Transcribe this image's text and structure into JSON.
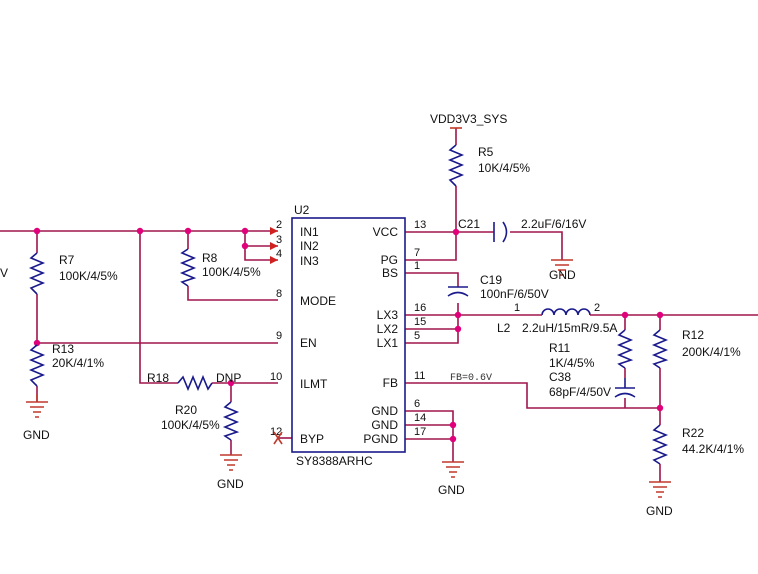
{
  "net_labels": {
    "vdd": "VDD3V3_SYS",
    "fb_note": "FB=0.6V",
    "v_left": "V"
  },
  "gnd_label": "GND",
  "ic": {
    "ref": "U2",
    "part": "SY8388ARHC",
    "pins": [
      {
        "num": "2",
        "name": "IN1"
      },
      {
        "num": "3",
        "name": "IN2"
      },
      {
        "num": "4",
        "name": "IN3"
      },
      {
        "num": "8",
        "name": "MODE"
      },
      {
        "num": "9",
        "name": "EN"
      },
      {
        "num": "10",
        "name": "ILMT"
      },
      {
        "num": "12",
        "name": "BYP"
      },
      {
        "num": "13",
        "name": "VCC"
      },
      {
        "num": "7",
        "name": "PG"
      },
      {
        "num": "1",
        "name": "BS"
      },
      {
        "num": "16",
        "name": "LX3"
      },
      {
        "num": "15",
        "name": "LX2"
      },
      {
        "num": "5",
        "name": "LX1"
      },
      {
        "num": "11",
        "name": "FB"
      },
      {
        "num": "6",
        "name": "GND"
      },
      {
        "num": "14",
        "name": "GND"
      },
      {
        "num": "17",
        "name": "PGND"
      }
    ]
  },
  "components": {
    "r5": {
      "ref": "R5",
      "value": "10K/4/5%"
    },
    "r7": {
      "ref": "R7",
      "value": "100K/4/5%"
    },
    "r8": {
      "ref": "R8",
      "value": "100K/4/5%"
    },
    "r13": {
      "ref": "R13",
      "value": "20K/4/1%"
    },
    "r18": {
      "ref": "R18",
      "value": "DNP"
    },
    "r20": {
      "ref": "R20",
      "value": "100K/4/5%"
    },
    "r11": {
      "ref": "R11",
      "value": "1K/4/5%"
    },
    "r12": {
      "ref": "R12",
      "value": "200K/4/1%"
    },
    "r22": {
      "ref": "R22",
      "value": "44.2K/4/1%"
    },
    "c21": {
      "ref": "C21",
      "value": "2.2uF/6/16V"
    },
    "c19": {
      "ref": "C19",
      "value": "100nF/6/50V"
    },
    "c38": {
      "ref": "C38",
      "value": "68pF/4/50V"
    },
    "l2": {
      "ref": "L2",
      "value": "2.2uH/15mR/9.5A",
      "pin_a": "1",
      "pin_b": "2"
    }
  }
}
